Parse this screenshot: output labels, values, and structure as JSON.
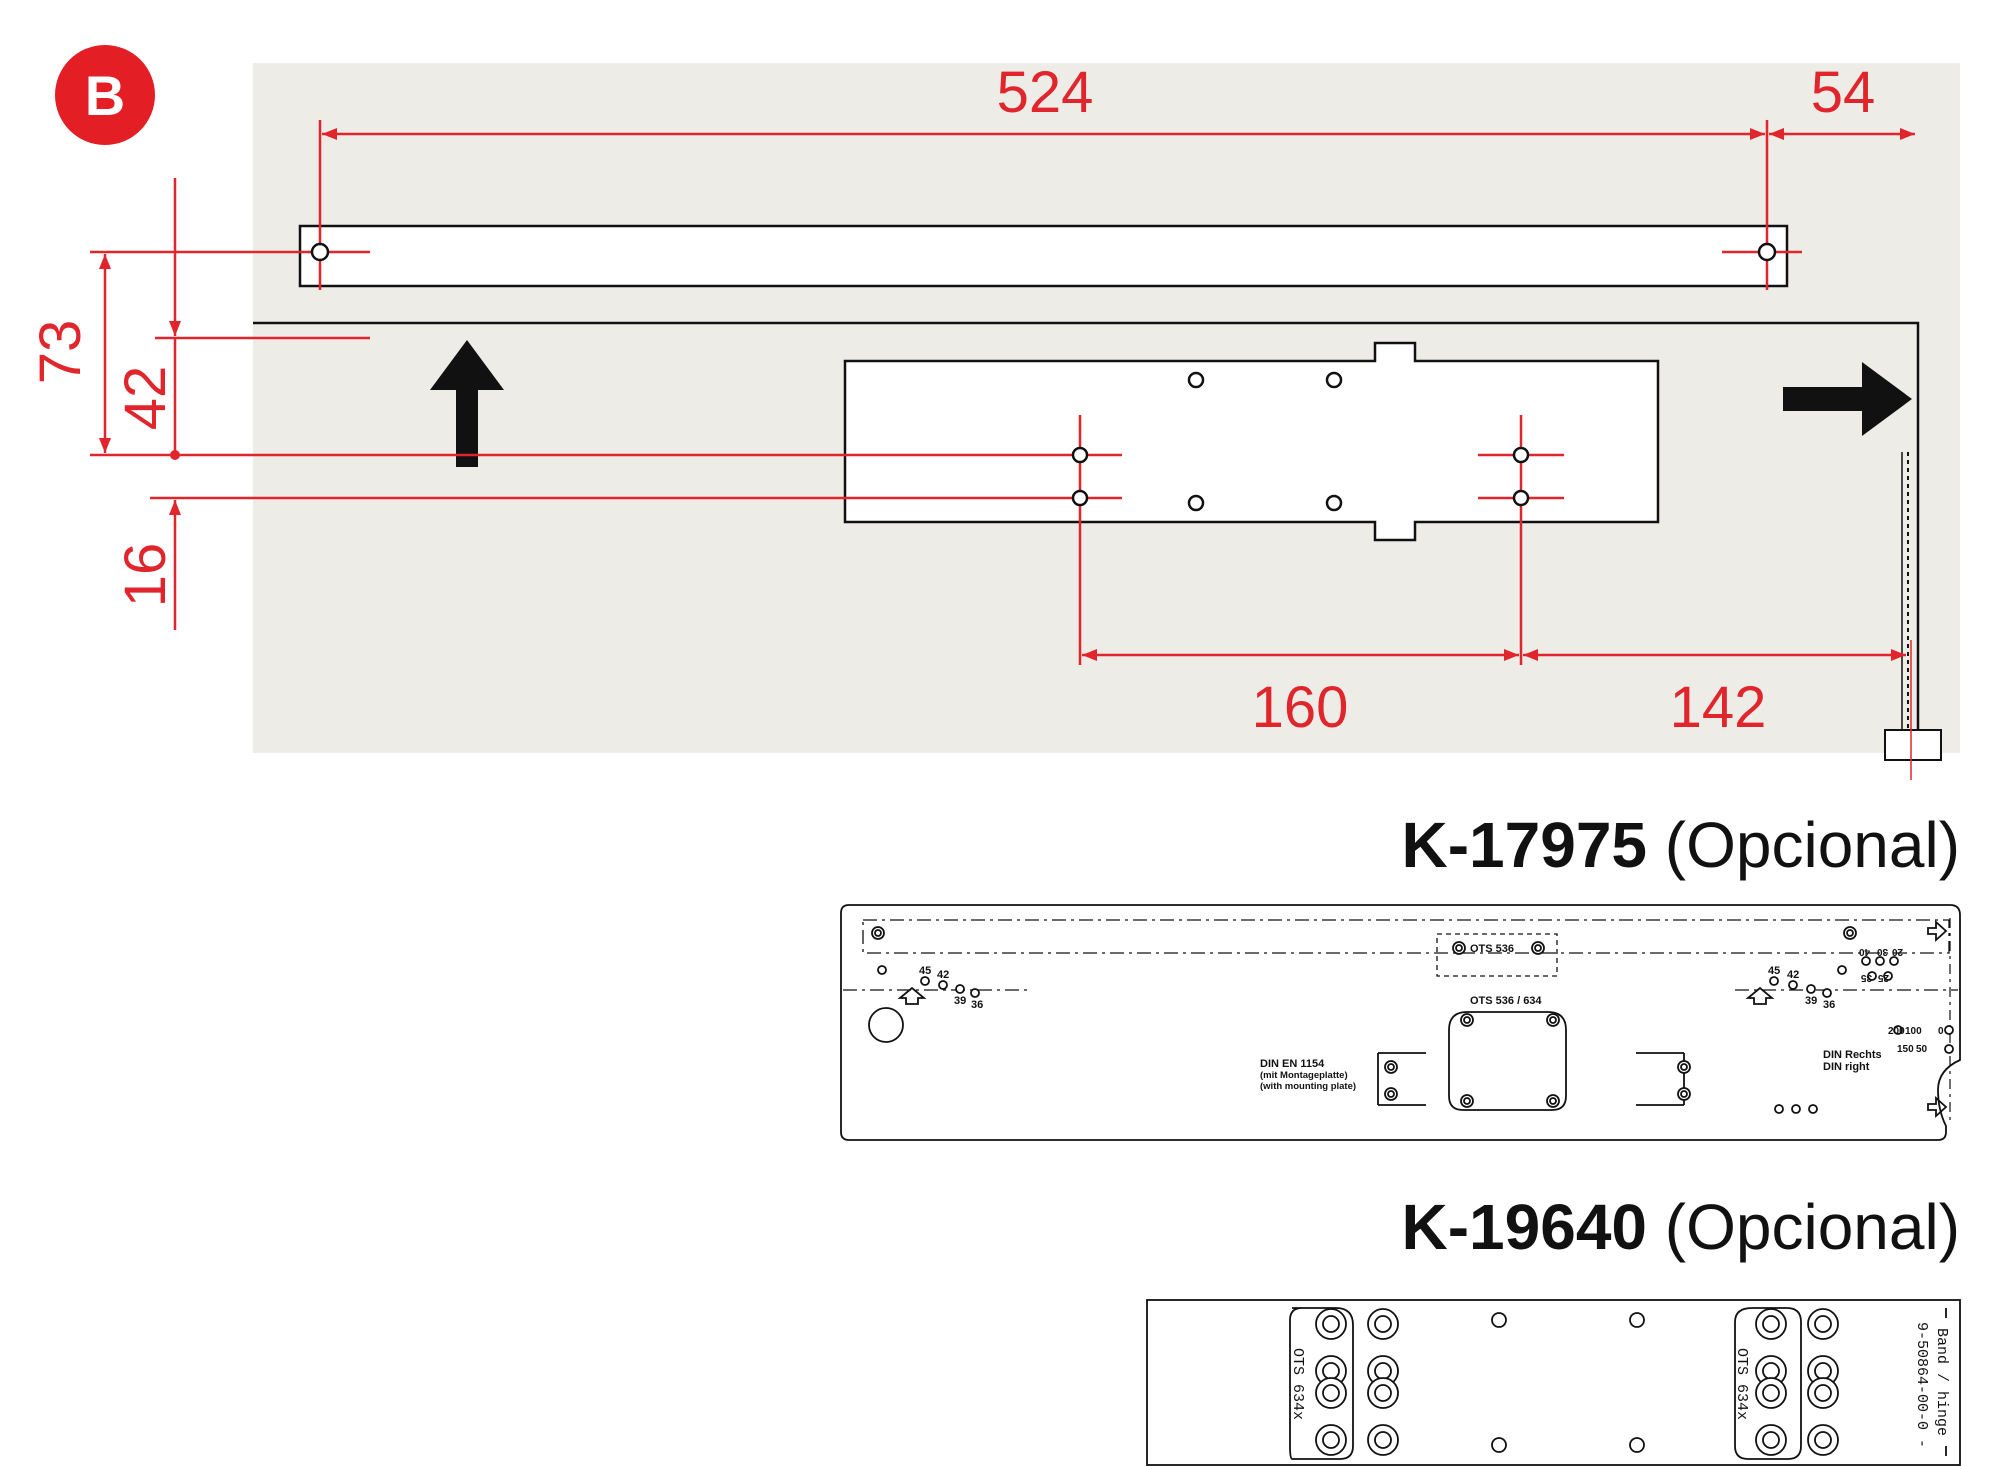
{
  "badge": "B",
  "colors": {
    "dim": "#e0262c",
    "panel": "#eeece7",
    "line": "#111111"
  },
  "dimensions": {
    "top_length": "524",
    "top_right": "54",
    "height_total": "73",
    "height_mid": "42",
    "height_low": "16",
    "hole_spacing": "160",
    "edge_offset": "142"
  },
  "plate1": {
    "code": "K-17975",
    "optional": "(Opcional)",
    "labels": {
      "ots_top": "OTS 536",
      "ots_mid": "OTS 536 / 634",
      "n45l": "45",
      "n42l": "42",
      "n39l": "39",
      "n36l": "36",
      "n45r": "45",
      "n42r": "42",
      "n39r": "39",
      "n36r": "36",
      "din_left_1": "DIN EN 1154",
      "din_left_2": "(mit Montageplatte)",
      "din_left_3": "(with mounting plate)",
      "din_right_1": "DIN Rechts",
      "din_right_2": "DIN right",
      "n20": "20",
      "n30": "30",
      "n40": "40",
      "n35": "35",
      "n25": "25",
      "n200": "200",
      "n100": "100",
      "n0": "0",
      "n150": "150",
      "n50": "50"
    }
  },
  "plate2": {
    "code": "K-19640",
    "optional": "(Opcional)",
    "labels": {
      "ots_left": "OTS 634x",
      "ots_right": "OTS 634x",
      "band": "Band / hinge",
      "part": "9-50864-00-0 -"
    }
  }
}
